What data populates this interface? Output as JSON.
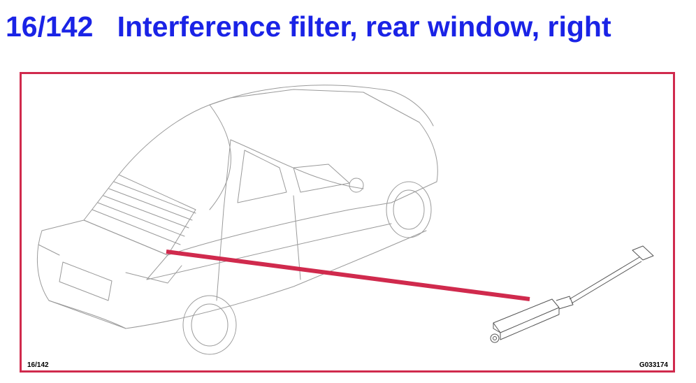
{
  "page": {
    "title": "16/142   Interference filter, rear window, right",
    "ref_left": "16/142",
    "ref_right": "G033174"
  },
  "colors": {
    "title": "#1a23e6",
    "frame": "#d02a4d",
    "pointer": "#d02a4d",
    "linework": "#9a9a9a"
  }
}
